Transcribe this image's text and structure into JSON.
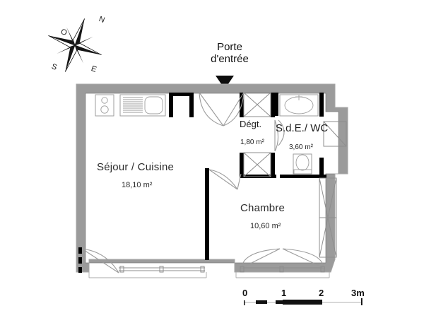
{
  "plan": {
    "entry": {
      "line1": "Porte",
      "line2": "d'entrée",
      "marker": "down-triangle-marker"
    },
    "rooms": [
      {
        "id": "sejour-cuisine",
        "name": "Séjour / Cuisine",
        "area": "18,10 m²"
      },
      {
        "id": "chambre",
        "name": "Chambre",
        "area": "10,60 m²"
      },
      {
        "id": "degagement",
        "name": "Dégt.",
        "area": "1,80 m²"
      },
      {
        "id": "sde-wc",
        "name": "S.d.E./ WC",
        "area": "3,60 m²"
      }
    ],
    "compass": {
      "north": "N",
      "south": "S",
      "east": "E",
      "west": "O"
    },
    "scale": {
      "ticks": [
        "0",
        "1",
        "2"
      ],
      "end_label": "3m"
    },
    "colors": {
      "exterior_wall": "#9b9b9b",
      "interior_wall": "#000000",
      "fixture_outline": "#9e9e9e",
      "background": "#ffffff",
      "text": "#1a1a1a"
    }
  }
}
